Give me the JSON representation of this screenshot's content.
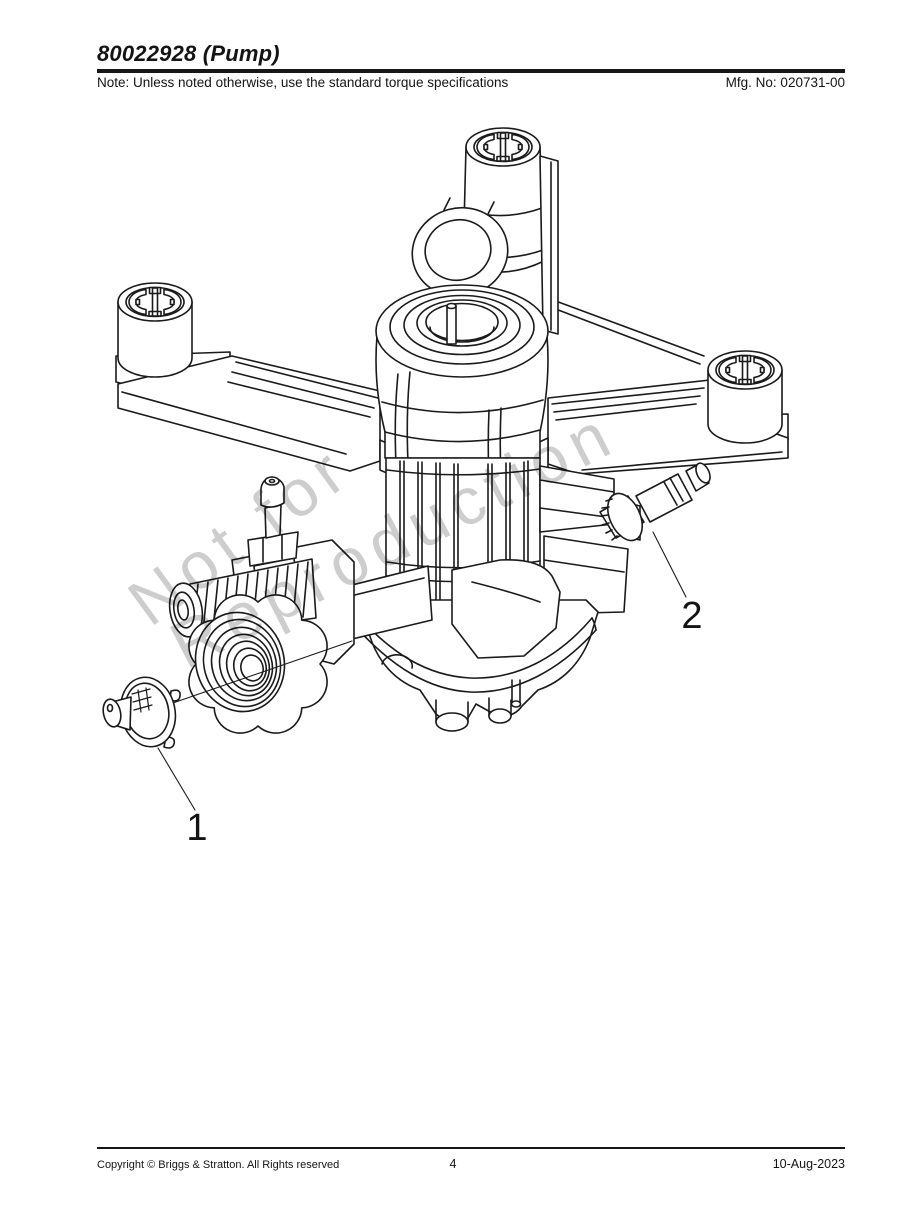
{
  "header": {
    "title": "80022928 (Pump)",
    "note": "Note: Unless noted otherwise, use the standard torque specifications",
    "mfg_no": "Mfg. No: 020731-00"
  },
  "diagram": {
    "watermark_line1": "Not for",
    "watermark_line2": "Reproduction",
    "callouts": [
      {
        "number": "1"
      },
      {
        "number": "2"
      }
    ]
  },
  "footer": {
    "copyright": "Copyright ©  Briggs & Stratton. All Rights reserved",
    "page_number": "4",
    "date": "10-Aug-2023"
  },
  "colors": {
    "line": "#1a1a1a",
    "watermark": "#c8c8c8",
    "background": "#ffffff"
  }
}
